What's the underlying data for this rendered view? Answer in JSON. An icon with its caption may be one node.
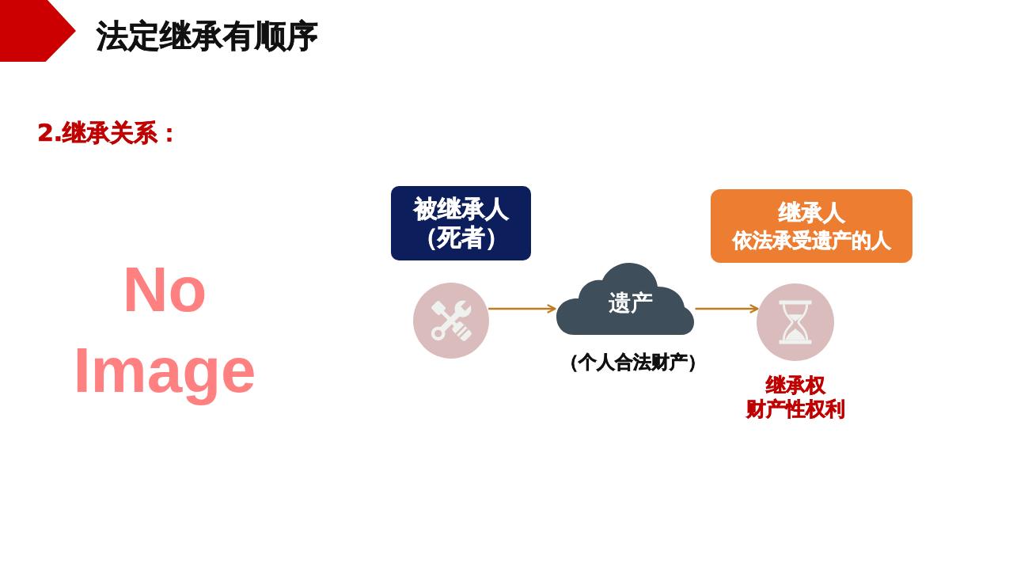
{
  "diagram": {
    "title": "法定继承有顺序",
    "nodes": [
      {
        "text": [],
        "shape": "pentagon"
      },
      {
        "text": [
          "被继承人（死者）"
        ]
      },
      {
        "text": [
          "继承人",
          "依法承受遗产的人"
        ]
      },
      {
        "text": [],
        "shape": "circle"
      },
      {
        "text": [
          "遗产"
        ],
        "beside": [
          "（个人合法财产）"
        ]
      },
      {
        "text": [],
        "shape": "circle",
        "beside": [
          "继承权",
          "财产性权利"
        ]
      }
    ],
    "edges": [
      {
        "from": 3,
        "to": 4,
        "arrow": "to"
      },
      {
        "from": 4,
        "to": 5,
        "arrow": "to"
      }
    ],
    "labels": [
      "2.继承关系：",
      "No Image"
    ]
  }
}
